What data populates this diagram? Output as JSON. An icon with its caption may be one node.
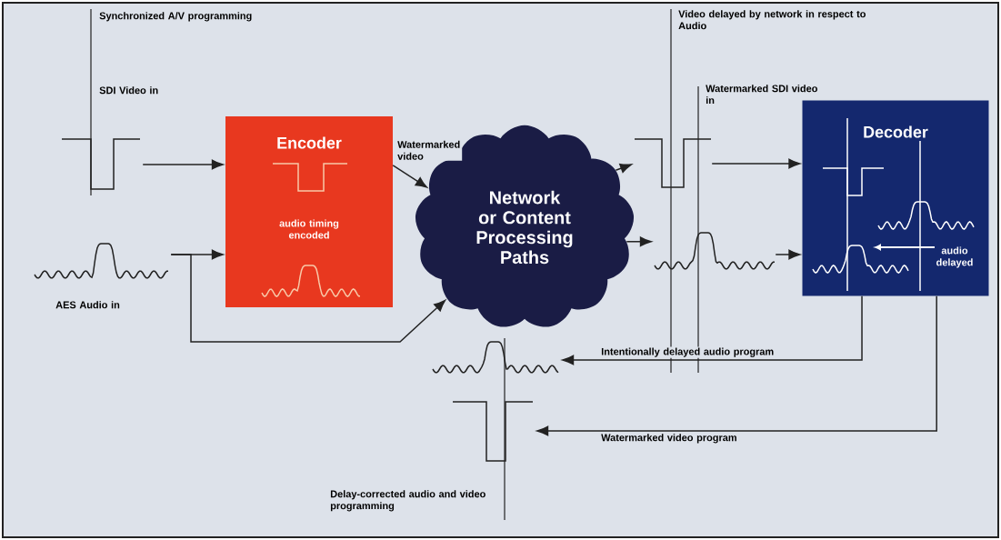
{
  "diagram": {
    "nodes": [
      {
        "text": [
          "Encoder",
          "audio timing encoded"
        ]
      },
      {
        "text": [
          "Network or Content Processing Paths"
        ]
      },
      {
        "text": [
          "Decoder",
          "audio delayed"
        ]
      },
      {
        "text": [],
        "shape": "picture"
      },
      {
        "text": [],
        "shape": "picture"
      },
      {
        "text": [],
        "shape": "picture"
      },
      {
        "text": [],
        "shape": "picture"
      },
      {
        "text": [],
        "shape": "picture"
      },
      {
        "text": [],
        "shape": "picture"
      }
    ],
    "edges": [
      {
        "from": 3,
        "to": 0,
        "arrow": "to"
      },
      {
        "from": 4,
        "to": 0,
        "arrow": "to"
      },
      {
        "from": 4,
        "to": 1,
        "arrow": "to"
      },
      {
        "from": 0,
        "to": 1,
        "arrow": "to",
        "label": "Watermarked video"
      },
      {
        "from": 1,
        "to": 5,
        "arrow": "to"
      },
      {
        "from": 1,
        "to": 6,
        "arrow": "to"
      },
      {
        "from": 5,
        "to": 2,
        "arrow": "to"
      },
      {
        "from": 6,
        "to": 2,
        "arrow": "to"
      },
      {
        "from": 2,
        "to": 7,
        "arrow": "to",
        "label": "Intentionally delayed audio program"
      },
      {
        "from": 2,
        "to": 8,
        "arrow": "to",
        "label": "Watermarked video program"
      }
    ],
    "labels": [
      "Synchronized A/V programming",
      "SDI Video in",
      "AES Audio in",
      "Video delayed by network in respect to Audio",
      "Watermarked SDI video in",
      "Delay-corrected audio and video programming"
    ]
  }
}
